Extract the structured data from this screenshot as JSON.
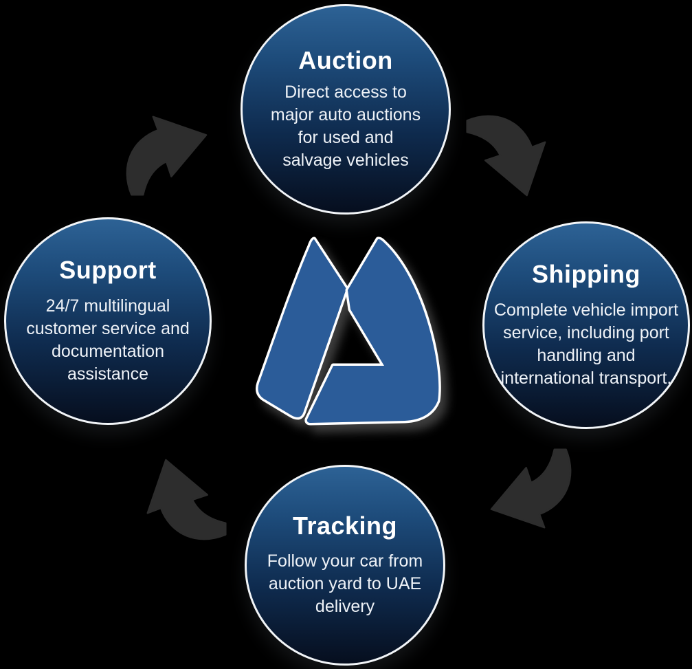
{
  "page": {
    "background_color": "#000000"
  },
  "diagram": {
    "type": "cycle",
    "direction": "clockwise",
    "node_style": {
      "shape": "circle",
      "gradient_top": "#2d6295",
      "gradient_bottom": "#060e1e",
      "border_color": "#f2f5f8",
      "title_color": "#ffffff",
      "text_color": "#eef2f7"
    },
    "arrow_color": "#2d2d2d",
    "center_logo": {
      "icon": "triangle-m-logo-icon",
      "fill_color": "#2b5c99",
      "outline_color": "#ffffff"
    },
    "nodes": [
      {
        "id": "auction",
        "position": "top",
        "title": "Auction",
        "description": "Direct access to major auto auctions for used and salvage vehicles"
      },
      {
        "id": "shipping",
        "position": "right",
        "title": "Shipping",
        "description": "Complete vehicle import service, including port handling and international transport."
      },
      {
        "id": "tracking",
        "position": "bottom",
        "title": "Tracking",
        "description": "Follow your car from auction yard to UAE delivery"
      },
      {
        "id": "support",
        "position": "left",
        "title": "Support",
        "description": "24/7 multilingual customer service and documentation assistance"
      }
    ],
    "arrows": [
      {
        "from": "support",
        "to": "auction"
      },
      {
        "from": "auction",
        "to": "shipping"
      },
      {
        "from": "shipping",
        "to": "tracking"
      },
      {
        "from": "tracking",
        "to": "support"
      }
    ]
  }
}
